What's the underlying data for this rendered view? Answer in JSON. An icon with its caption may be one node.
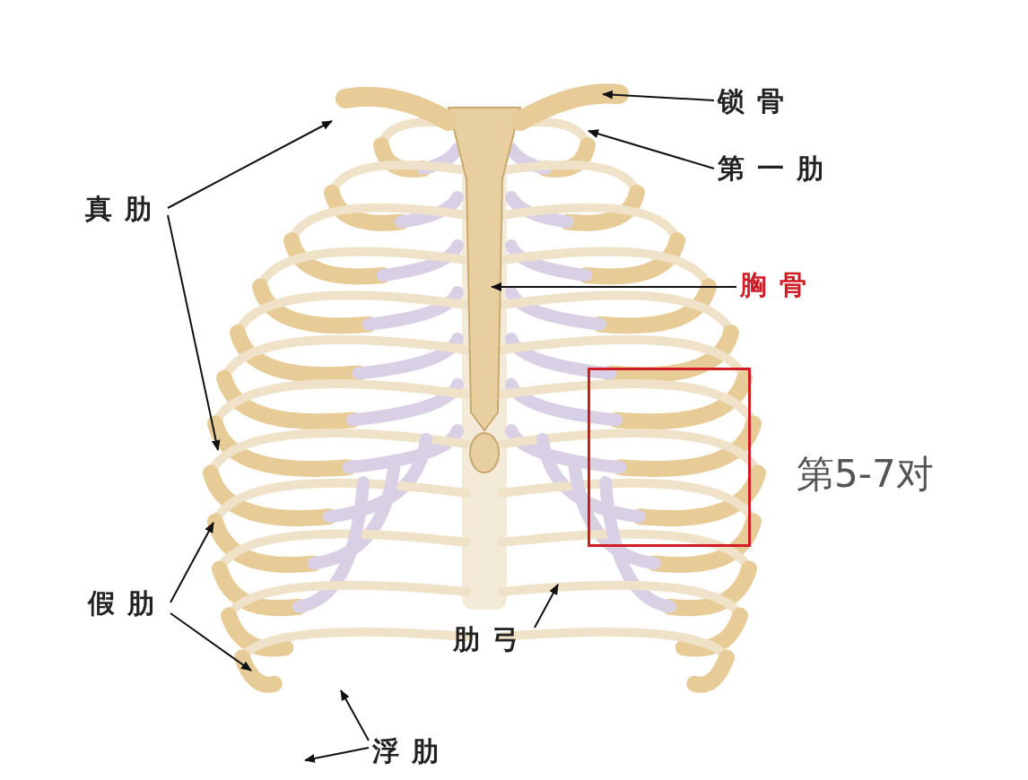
{
  "diagram": {
    "nodes": [
      {
        "text": [
          "锁骨"
        ]
      },
      {
        "text": [
          "第一肋"
        ]
      },
      {
        "text": [
          "真肋"
        ]
      },
      {
        "text": [
          "胸骨"
        ]
      },
      {
        "text": [],
        "shape": "box",
        "beside": [
          "第5-7对"
        ]
      },
      {
        "text": [
          "假肋"
        ]
      },
      {
        "text": [
          "肋弓"
        ]
      },
      {
        "text": [
          "浮肋"
        ]
      }
    ],
    "edges": [
      {
        "from": 0,
        "to": null,
        "arrow": "to"
      },
      {
        "from": 1,
        "to": null,
        "arrow": "to"
      },
      {
        "from": 2,
        "to": null,
        "arrow": "to"
      },
      {
        "from": 2,
        "to": null,
        "arrow": "to"
      },
      {
        "from": 3,
        "to": null,
        "arrow": "to"
      },
      {
        "from": 5,
        "to": null,
        "arrow": "to"
      },
      {
        "from": 5,
        "to": null,
        "arrow": "to"
      },
      {
        "from": 6,
        "to": null,
        "arrow": "to"
      },
      {
        "from": 7,
        "to": null,
        "arrow": "to"
      },
      {
        "from": 7,
        "to": null,
        "arrow": "to"
      }
    ]
  }
}
